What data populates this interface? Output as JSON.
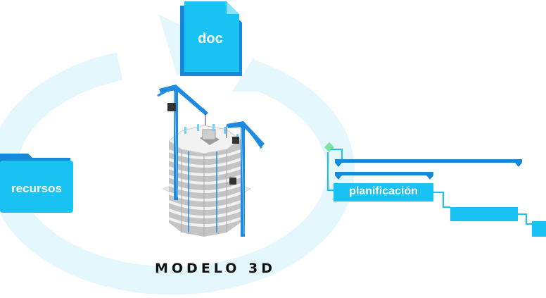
{
  "diagram": {
    "doc_label": "doc",
    "recursos_label": "recursos",
    "planificacion_label": "planificación",
    "modelo_label": "MODELO 3D"
  },
  "colors": {
    "cycle": "#e3f7fd",
    "accent": "#18c2f2",
    "accent_dark": "#1589d8",
    "milestone": "#7fe3a1",
    "crane": "#1f8be0",
    "building_light": "#eeeeee",
    "building_mid": "#c8c8c8",
    "text_dark": "#111111"
  },
  "icons": {
    "doc": "document-icon",
    "recursos": "folder-icon",
    "planificacion": "gantt-chart-icon",
    "modelo": "building-under-construction-icon"
  }
}
